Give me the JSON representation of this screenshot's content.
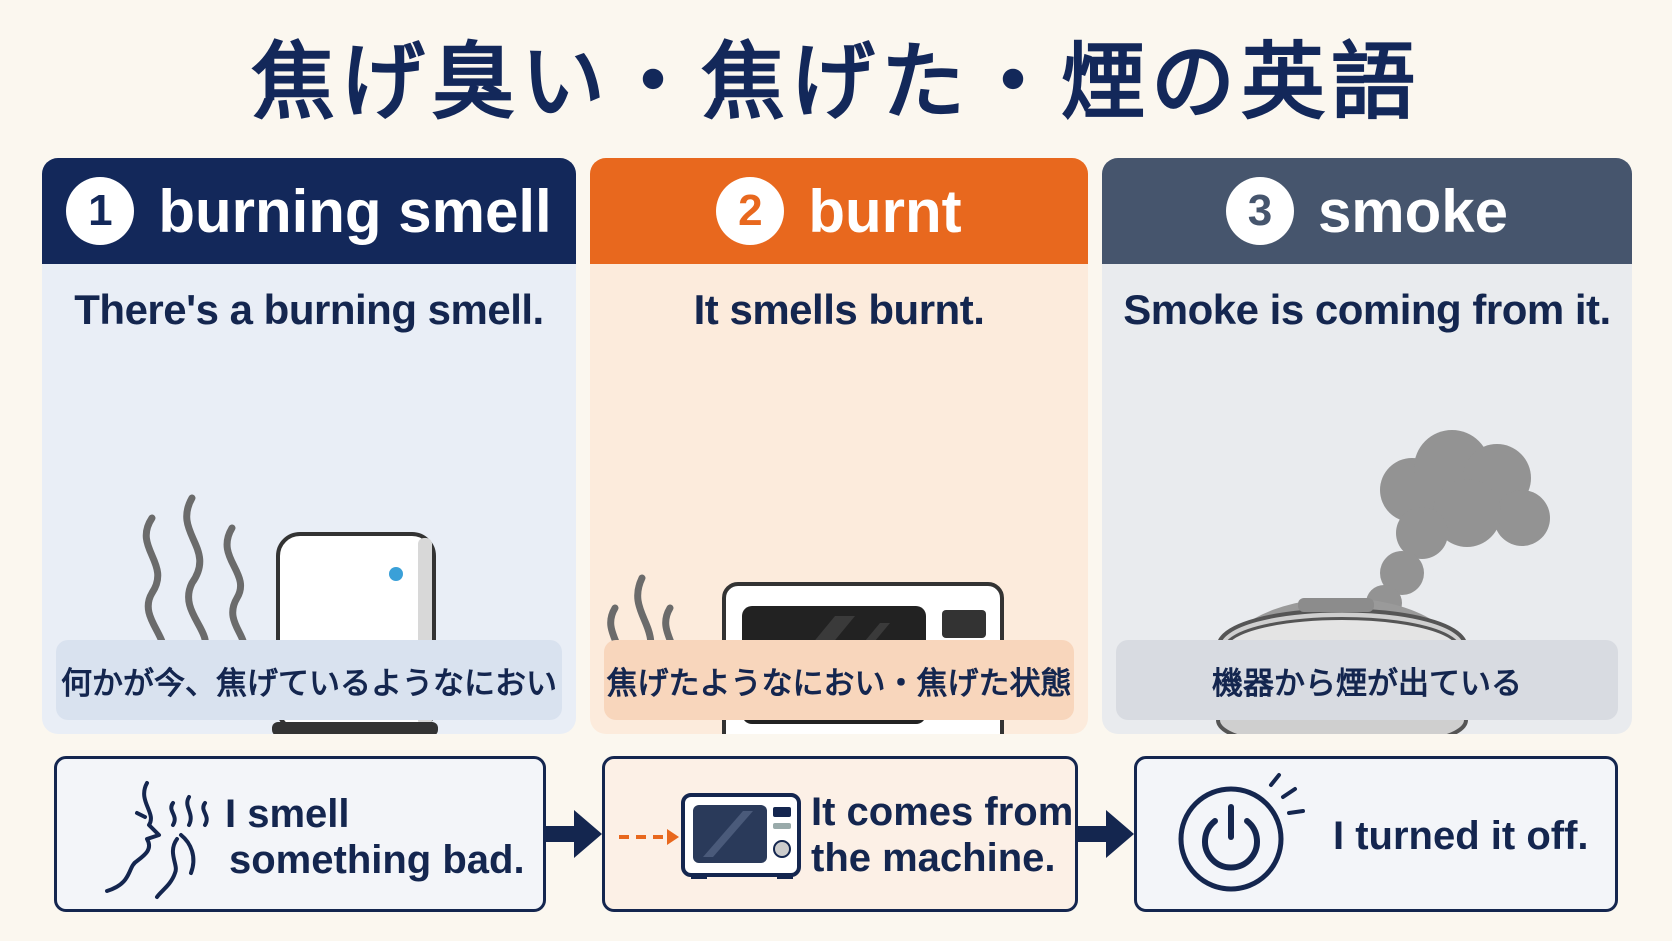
{
  "title": "焦げ臭い・焦げた・煙の英語",
  "colors": {
    "navy": "#13285a",
    "orange": "#e8681e",
    "slate": "#46556d"
  },
  "cards": [
    {
      "number": "1",
      "label": "burning smell",
      "phrase": "There's a burning smell.",
      "japanese": "何かが今、焦げているようなにおい",
      "icon": "space-heater-icon"
    },
    {
      "number": "2",
      "label": "burnt",
      "phrase": "It smells burnt.",
      "japanese": "焦げたようなにおい・焦げた状態",
      "icon": "microwave-icon"
    },
    {
      "number": "3",
      "label": "smoke",
      "phrase": "Smoke is coming from it.",
      "japanese": "機器から煙が出ている",
      "icon": "rice-cooker-icon"
    }
  ],
  "steps": [
    {
      "line1": "I smell",
      "line2": "something bad.",
      "icon": "sniffing-face-icon"
    },
    {
      "line1": "It comes from",
      "line2": "the machine.",
      "icon": "microwave-icon"
    },
    {
      "line1": "I turned it off.",
      "icon": "power-icon"
    }
  ]
}
